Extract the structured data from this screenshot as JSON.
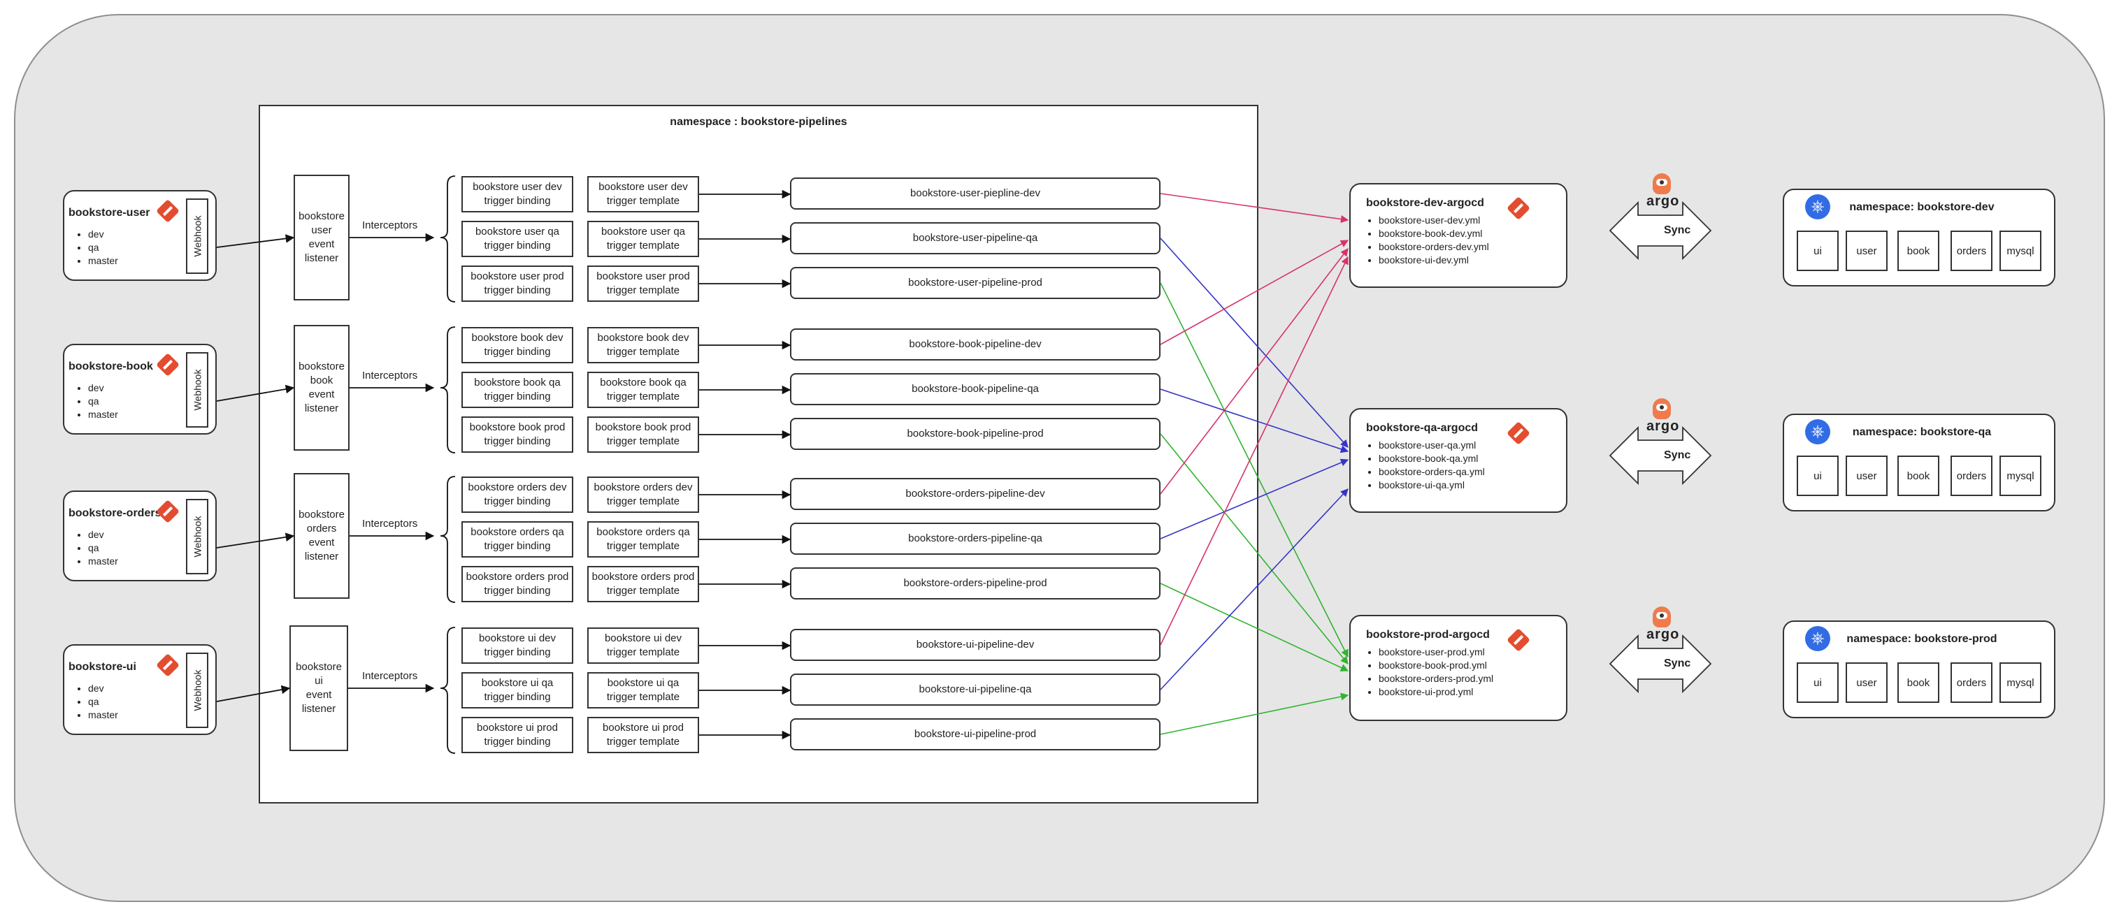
{
  "namespace_title": "namespace : bookstore-pipelines",
  "interceptors_label": "Interceptors",
  "sync_label": "Sync",
  "argo_wordmark": "argo",
  "webhook_label": "Webhook",
  "services": [
    {
      "name": "bookstore-user",
      "branches": [
        "dev",
        "qa",
        "master"
      ],
      "listener": [
        "bookstore",
        "user",
        "event",
        "listener"
      ]
    },
    {
      "name": "bookstore-book",
      "branches": [
        "dev",
        "qa",
        "master"
      ],
      "listener": [
        "bookstore",
        "book",
        "event",
        "listener"
      ]
    },
    {
      "name": "bookstore-orders",
      "branches": [
        "dev",
        "qa",
        "master"
      ],
      "listener": [
        "bookstore",
        "orders",
        "event",
        "listener"
      ]
    },
    {
      "name": "bookstore-ui",
      "branches": [
        "dev",
        "qa",
        "master"
      ],
      "listener": [
        "bookstore",
        "ui",
        "event",
        "listener"
      ]
    }
  ],
  "triggers": [
    [
      {
        "binding": [
          "bookstore user dev",
          "trigger binding"
        ],
        "template": [
          "bookstore user dev",
          "trigger template"
        ],
        "pipeline": "bookstore-user-piepline-dev"
      },
      {
        "binding": [
          "bookstore user qa",
          "trigger binding"
        ],
        "template": [
          "bookstore user qa",
          "trigger template"
        ],
        "pipeline": "bookstore-user-pipeline-qa"
      },
      {
        "binding": [
          "bookstore user prod",
          "trigger binding"
        ],
        "template": [
          "bookstore user prod",
          "trigger template"
        ],
        "pipeline": "bookstore-user-pipeline-prod"
      }
    ],
    [
      {
        "binding": [
          "bookstore book dev",
          "trigger binding"
        ],
        "template": [
          "bookstore book dev",
          "trigger template"
        ],
        "pipeline": "bookstore-book-pipeline-dev"
      },
      {
        "binding": [
          "bookstore book qa",
          "trigger binding"
        ],
        "template": [
          "bookstore book qa",
          "trigger template"
        ],
        "pipeline": "bookstore-book-pipeline-qa"
      },
      {
        "binding": [
          "bookstore book prod",
          "trigger binding"
        ],
        "template": [
          "bookstore book prod",
          "trigger template"
        ],
        "pipeline": "bookstore-book-pipeline-prod"
      }
    ],
    [
      {
        "binding": [
          "bookstore orders dev",
          "trigger binding"
        ],
        "template": [
          "bookstore orders dev",
          "trigger template"
        ],
        "pipeline": "bookstore-orders-pipeline-dev"
      },
      {
        "binding": [
          "bookstore orders qa",
          "trigger binding"
        ],
        "template": [
          "bookstore orders qa",
          "trigger template"
        ],
        "pipeline": "bookstore-orders-pipeline-qa"
      },
      {
        "binding": [
          "bookstore orders prod",
          "trigger binding"
        ],
        "template": [
          "bookstore orders prod",
          "trigger template"
        ],
        "pipeline": "bookstore-orders-pipeline-prod"
      }
    ],
    [
      {
        "binding": [
          "bookstore ui dev",
          "trigger binding"
        ],
        "template": [
          "bookstore ui dev",
          "trigger template"
        ],
        "pipeline": "bookstore-ui-pipeline-dev"
      },
      {
        "binding": [
          "bookstore ui qa",
          "trigger binding"
        ],
        "template": [
          "bookstore ui qa",
          "trigger template"
        ],
        "pipeline": "bookstore-ui-pipeline-qa"
      },
      {
        "binding": [
          "bookstore ui prod",
          "trigger binding"
        ],
        "template": [
          "bookstore ui prod",
          "trigger template"
        ],
        "pipeline": "bookstore-ui-pipeline-prod"
      }
    ]
  ],
  "argocd": [
    {
      "title": "bookstore-dev-argocd",
      "files": [
        "bookstore-user-dev.yml",
        "bookstore-book-dev.yml",
        "bookstore-orders-dev.yml",
        "bookstore-ui-dev.yml"
      ]
    },
    {
      "title": "bookstore-qa-argocd",
      "files": [
        "bookstore-user-qa.yml",
        "bookstore-book-qa.yml",
        "bookstore-orders-qa.yml",
        "bookstore-ui-qa.yml"
      ]
    },
    {
      "title": "bookstore-prod-argocd",
      "files": [
        "bookstore-user-prod.yml",
        "bookstore-book-prod.yml",
        "bookstore-orders-prod.yml",
        "bookstore-ui-prod.yml"
      ]
    }
  ],
  "k8s_namespaces": [
    {
      "title": "namespace: bookstore-dev",
      "pods": [
        "ui",
        "user",
        "book",
        "orders",
        "mysql"
      ]
    },
    {
      "title": "namespace: bookstore-qa",
      "pods": [
        "ui",
        "user",
        "book",
        "orders",
        "mysql"
      ]
    },
    {
      "title": "namespace: bookstore-prod",
      "pods": [
        "ui",
        "user",
        "book",
        "orders",
        "mysql"
      ]
    }
  ],
  "colors": {
    "dev": "#d6336c",
    "qa": "#3434c8",
    "prod": "#2fb52f",
    "argo_orange": "#ef7b4d",
    "git_red": "#e44c30",
    "k8s_blue": "#326ce5"
  },
  "icons": [
    "git-icon",
    "argo-icon",
    "kubernetes-icon",
    "double-arrow-icon"
  ]
}
